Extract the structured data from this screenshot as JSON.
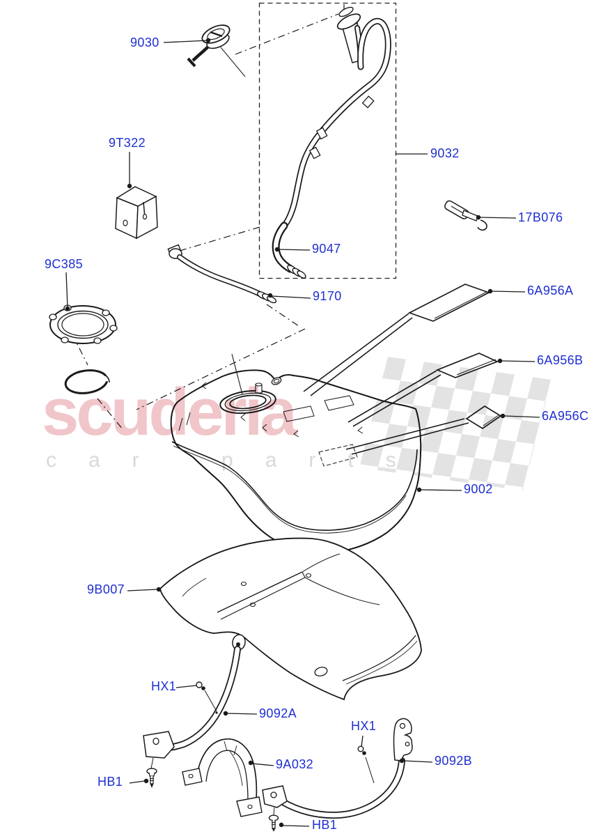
{
  "watermark": {
    "brand": "scuderia",
    "sub": "car parts"
  },
  "colors": {
    "label_blue": "#1e2fd2",
    "line_black": "#1a1a1a",
    "watermark_pink": "#f0c6ca",
    "watermark_gray": "#e3e3e3",
    "watermark_text_gray": "#d9d9d9"
  },
  "labels": [
    {
      "id": "9030",
      "text": "9030"
    },
    {
      "id": "9T322",
      "text": "9T322"
    },
    {
      "id": "9032",
      "text": "9032"
    },
    {
      "id": "17B076",
      "text": "17B076"
    },
    {
      "id": "9047",
      "text": "9047"
    },
    {
      "id": "9C385",
      "text": "9C385"
    },
    {
      "id": "9170",
      "text": "9170"
    },
    {
      "id": "6A956A",
      "text": "6A956A"
    },
    {
      "id": "6A956B",
      "text": "6A956B"
    },
    {
      "id": "6A956C",
      "text": "6A956C"
    },
    {
      "id": "9002",
      "text": "9002"
    },
    {
      "id": "9B007",
      "text": "9B007"
    },
    {
      "id": "HX1-left",
      "text": "HX1"
    },
    {
      "id": "9092A",
      "text": "9092A"
    },
    {
      "id": "HB1-left",
      "text": "HB1"
    },
    {
      "id": "9A032",
      "text": "9A032"
    },
    {
      "id": "HX1-right",
      "text": "HX1"
    },
    {
      "id": "9092B",
      "text": "9092B"
    },
    {
      "id": "HB1-right",
      "text": "HB1"
    }
  ]
}
